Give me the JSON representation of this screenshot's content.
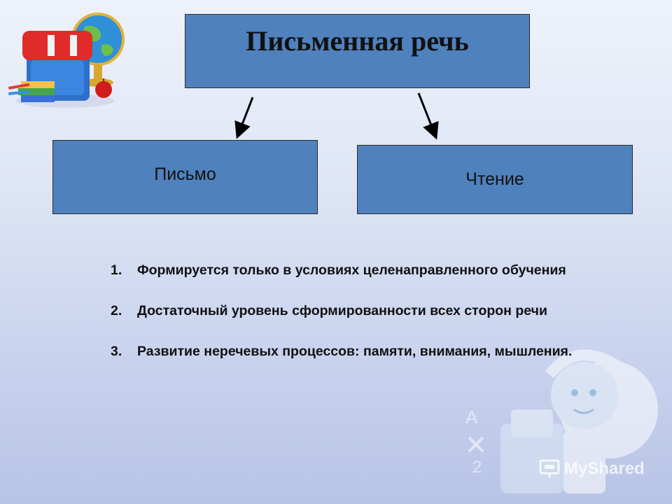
{
  "diagram": {
    "title": "Письменная речь",
    "branches": [
      "Письмо",
      "Чтение"
    ]
  },
  "features": [
    {
      "num": "1.",
      "text": "Формируется только в условиях целенаправленного обучения"
    },
    {
      "num": "2.",
      "text": "Достаточный уровень сформированности всех сторон речи"
    },
    {
      "num": "3.",
      "text": "Развитие неречевых процессов: памяти, внимания, мышления."
    }
  ],
  "watermark": "MyShared",
  "colors": {
    "box_fill": "#4f81bd",
    "box_border": "#2b2b2b",
    "text": "#111111"
  }
}
